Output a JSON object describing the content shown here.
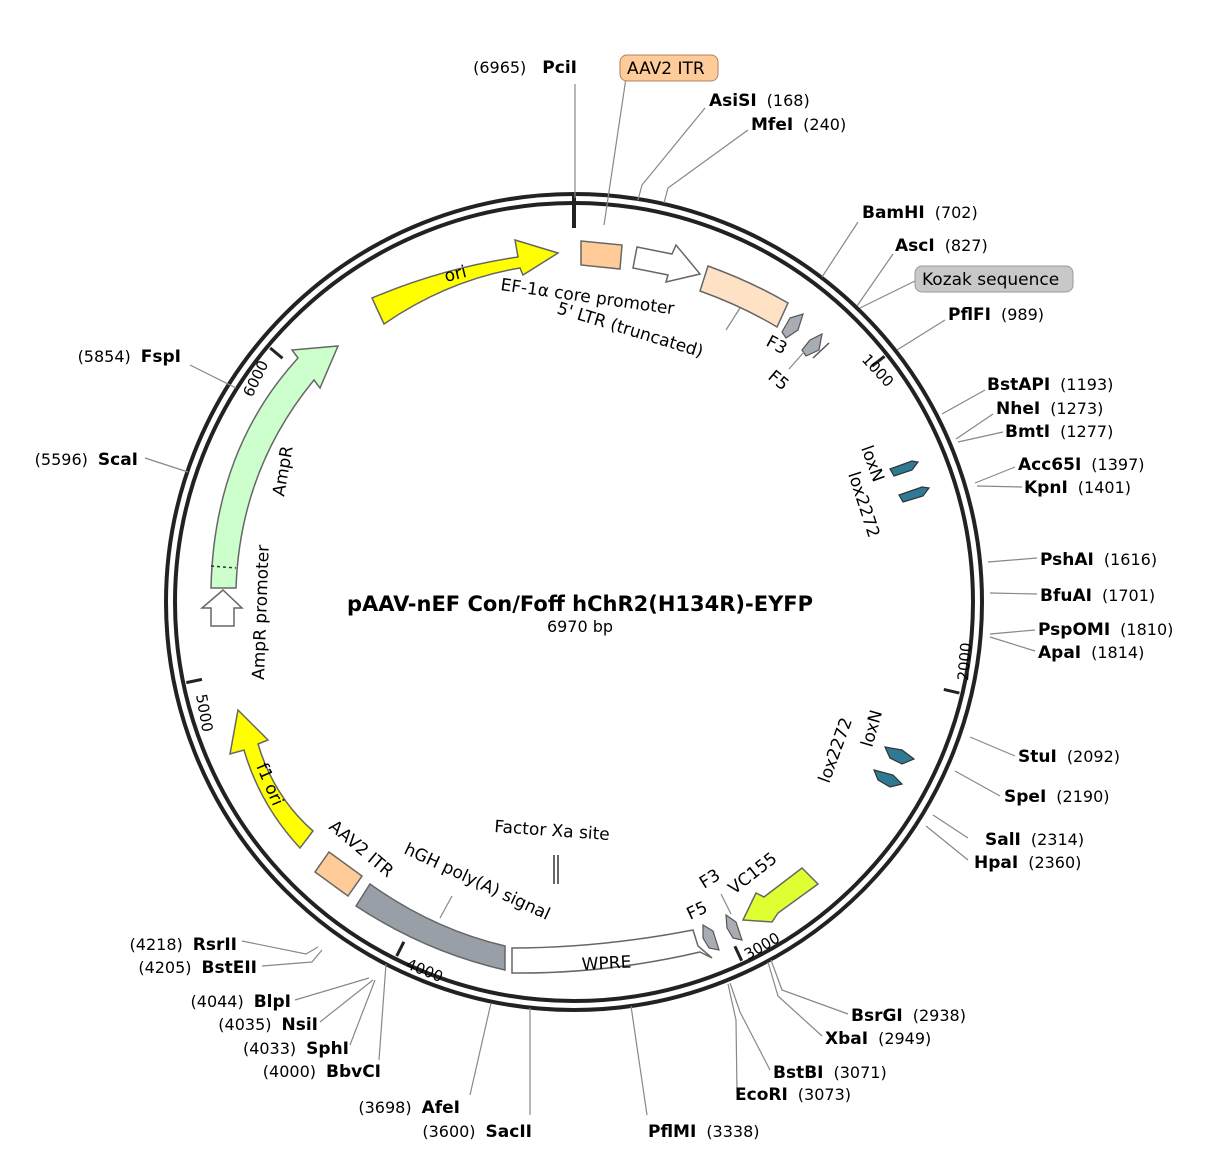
{
  "title": "pAAV-nEF Con/Foff hChR2(H134R)-EYFP",
  "size": "6970 bp",
  "total_bp": 6970,
  "ticks": [
    "1000",
    "2000",
    "3000",
    "4000",
    "5000",
    "6000"
  ],
  "tick_positions": [
    1000,
    2000,
    3000,
    4000,
    5000,
    6000
  ],
  "enzymes": [
    {
      "name": "PciI",
      "pos": "(6965)"
    },
    {
      "name": "AsiSI",
      "pos": "(168)"
    },
    {
      "name": "MfeI",
      "pos": "(240)"
    },
    {
      "name": "BamHI",
      "pos": "(702)"
    },
    {
      "name": "AscI",
      "pos": "(827)"
    },
    {
      "name": "PflFI",
      "pos": "(989)"
    },
    {
      "name": "BstAPI",
      "pos": "(1193)"
    },
    {
      "name": "NheI",
      "pos": "(1273)"
    },
    {
      "name": "BmtI",
      "pos": "(1277)"
    },
    {
      "name": "Acc65I",
      "pos": "(1397)"
    },
    {
      "name": "KpnI",
      "pos": "(1401)"
    },
    {
      "name": "PshAI",
      "pos": "(1616)"
    },
    {
      "name": "BfuAI",
      "pos": "(1701)"
    },
    {
      "name": "PspOMI",
      "pos": "(1810)"
    },
    {
      "name": "ApaI",
      "pos": "(1814)"
    },
    {
      "name": "StuI",
      "pos": "(2092)"
    },
    {
      "name": "SpeI",
      "pos": "(2190)"
    },
    {
      "name": "SalI",
      "pos": "(2314)"
    },
    {
      "name": "HpaI",
      "pos": "(2360)"
    },
    {
      "name": "BsrGI",
      "pos": "(2938)"
    },
    {
      "name": "XbaI",
      "pos": "(2949)"
    },
    {
      "name": "BstBI",
      "pos": "(3071)"
    },
    {
      "name": "EcoRI",
      "pos": "(3073)"
    },
    {
      "name": "PflMI",
      "pos": "(3338)"
    },
    {
      "name": "SacII",
      "pos": "(3600)"
    },
    {
      "name": "AfeI",
      "pos": "(3698)"
    },
    {
      "name": "BbvCI",
      "pos": "(4000)"
    },
    {
      "name": "SphI",
      "pos": "(4033)"
    },
    {
      "name": "NsiI",
      "pos": "(4035)"
    },
    {
      "name": "BlpI",
      "pos": "(4044)"
    },
    {
      "name": "BstEII",
      "pos": "(4205)"
    },
    {
      "name": "RsrII",
      "pos": "(4218)"
    },
    {
      "name": "ScaI",
      "pos": "(5596)"
    },
    {
      "name": "FspI",
      "pos": "(5854)"
    }
  ],
  "features": {
    "aav2_itr_top": "AAV2 ITR",
    "kozak": "Kozak sequence",
    "ori": "ori",
    "ef1a": "EF-1α core promoter",
    "ltr": "5' LTR (truncated)",
    "f3_top": "F3",
    "f5_top": "F5",
    "loxn_top": "loxN",
    "lox2272_top": "lox2272",
    "lox2272_bottom": "lox2272",
    "loxn_bottom": "loxN",
    "ampr": "AmpR",
    "ampr_promoter": "AmpR promoter",
    "f1_ori": "f1 ori",
    "aav2_itr_bottom": "AAV2 ITR",
    "hgh": "hGH poly(A) signal",
    "factor_xa": "Factor Xa site",
    "wpre": "WPRE",
    "f3_bottom": "F3",
    "f5_bottom": "F5",
    "vc155": "VC155"
  },
  "colors": {
    "ori": "#ffff00",
    "f1_ori": "#ffff00",
    "itr": "#ffcc99",
    "ltr": "#ffe2c6",
    "ampr": "#ccffcc",
    "hgh": "#999fa7",
    "frt": "#a8adb4",
    "lox": "#2e7a94",
    "vc155": "#dfff33",
    "kozak_bg": "#c8c8c8",
    "itr_label_bg": "#ffcc99"
  }
}
